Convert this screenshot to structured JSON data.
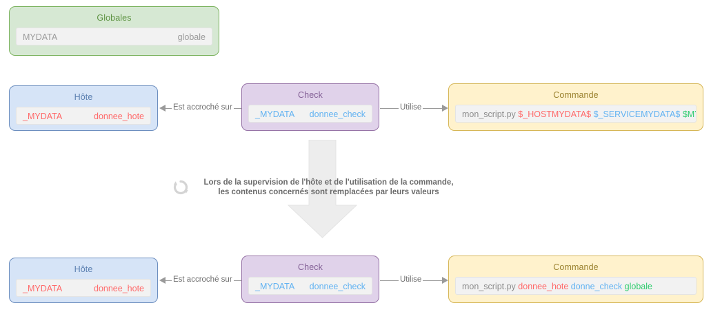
{
  "diagram": {
    "title_hidden": "",
    "colors": {
      "green_border": "#7cb35f",
      "green_fill": "#d6e8d3",
      "blue_border": "#6c8ebf",
      "blue_fill": "#d6e4f7",
      "purple_border": "#9673a6",
      "purple_fill": "#e0d2ea",
      "amber_border": "#d6b656",
      "amber_fill": "#fff2cc",
      "macro_red": "#ff6a6a",
      "macro_blue": "#63b3f2",
      "macro_green": "#2fcc6e",
      "connector": "#9a9a9a"
    },
    "top": {
      "globales": {
        "title": "Globales",
        "field": {
          "key": "MYDATA",
          "value": "globale"
        }
      },
      "hote": {
        "title": "Hôte",
        "field": {
          "key": "_MYDATA",
          "value": "donnee_hote"
        }
      },
      "check": {
        "title": "Check",
        "field": {
          "key": "_MYDATA",
          "value": "donnee_check"
        }
      },
      "commande": {
        "title": "Commande",
        "field": {
          "script": "mon_script.py",
          "macro_host": "$_HOSTMYDATA$",
          "macro_service": "$_SERVICEMYDATA$",
          "macro_global": "$MYDATA$"
        }
      },
      "connectors": {
        "hote_check": "Est accroché sur",
        "check_commande": "Utilise"
      }
    },
    "note": {
      "icon": "refresh-icon",
      "line1": "Lors de la supervision de l'hôte et de l'utilisation de la commande,",
      "line2": "les contenus concernés sont remplacées par leurs valeurs"
    },
    "bottom": {
      "hote": {
        "title": "Hôte",
        "field": {
          "key": "_MYDATA",
          "value": "donnee_hote"
        }
      },
      "check": {
        "title": "Check",
        "field": {
          "key": "_MYDATA",
          "value": "donnee_check"
        }
      },
      "commande": {
        "title": "Commande",
        "field": {
          "script": "mon_script.py",
          "value_host": "donnee_hote",
          "value_service": "donne_check",
          "value_global": "globale"
        }
      },
      "connectors": {
        "hote_check": "Est accroché sur",
        "check_commande": "Utilise"
      }
    }
  }
}
